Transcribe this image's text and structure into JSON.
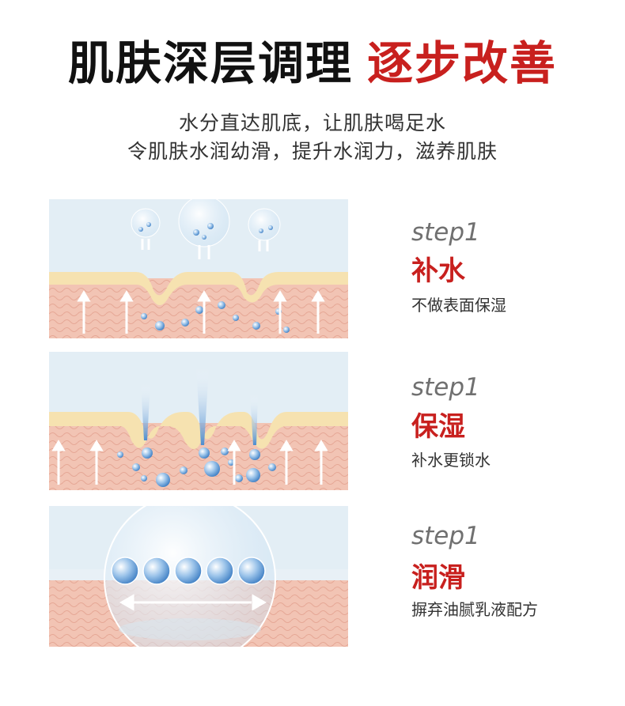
{
  "header": {
    "title_black": "肌肤深层调理",
    "title_red": "逐步改善",
    "subtitle_line1": "水分直达肌底，让肌肤喝足水",
    "subtitle_line2": "令肌肤水润幼滑，提升水润力，滋养肌肤"
  },
  "steps": [
    {
      "step_label": "step1",
      "title": "补水",
      "desc": "不做表面保湿"
    },
    {
      "step_label": "step1",
      "title": "保湿",
      "desc": "补水更锁水"
    },
    {
      "step_label": "step1",
      "title": "润滑",
      "desc": "摒弃油腻乳液配方"
    }
  ],
  "colors": {
    "accent_red": "#c8201e",
    "skin_pink": "#f2c4b4",
    "sky_blue": "#e3eef5",
    "cream_layer": "#f6e2b0",
    "droplet_blue": "#5a96d2"
  }
}
